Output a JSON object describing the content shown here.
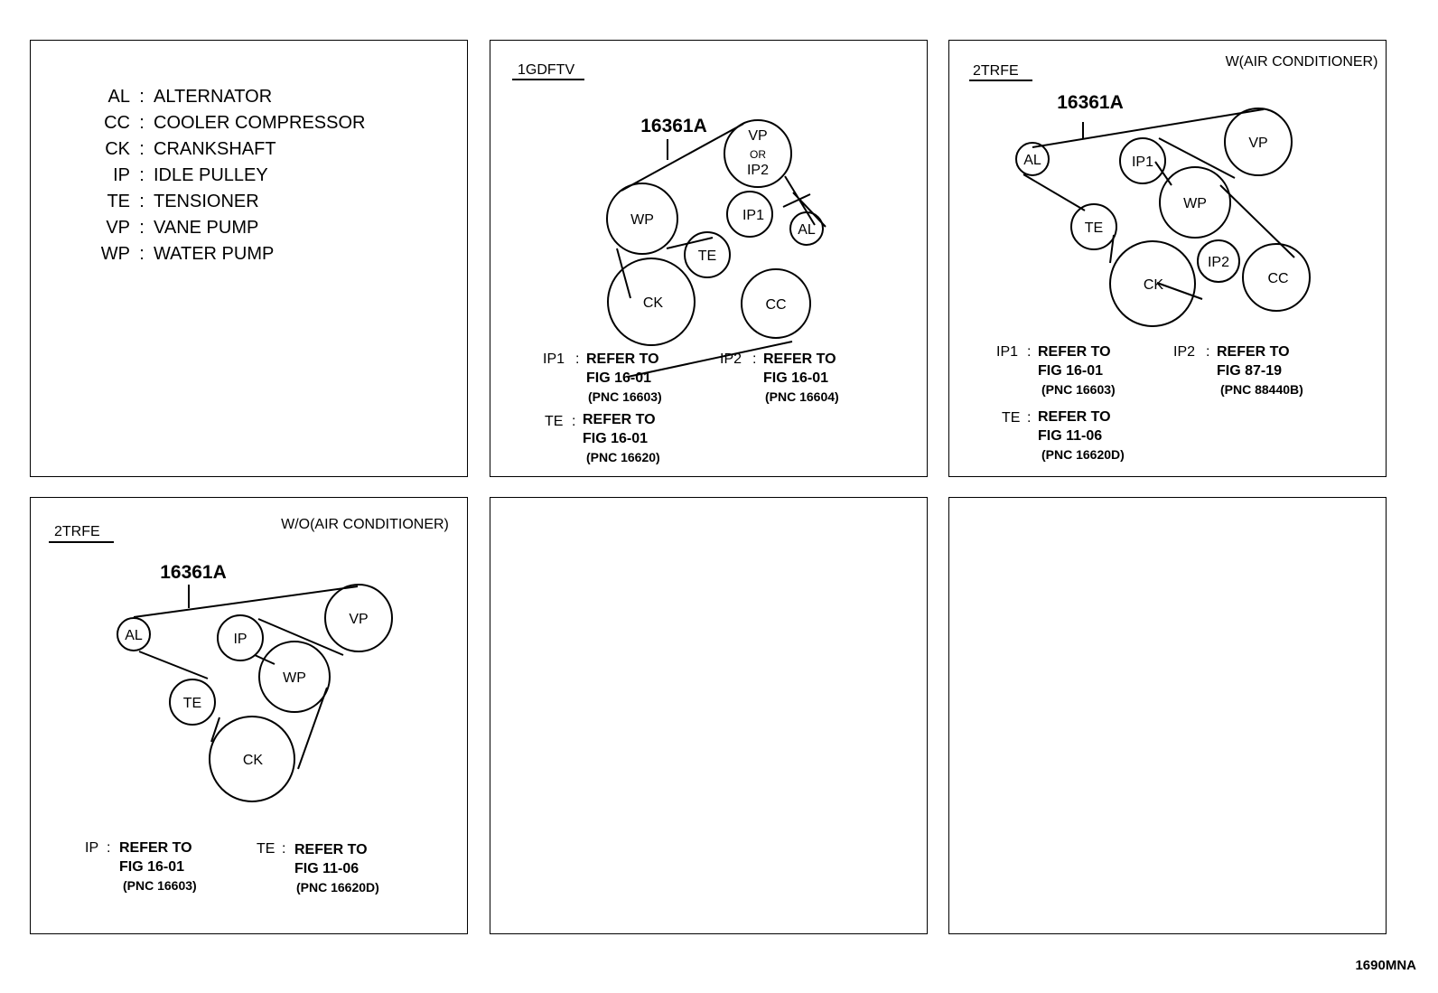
{
  "legend": {
    "items": [
      {
        "code": "AL",
        "name": "ALTERNATOR"
      },
      {
        "code": "CC",
        "name": "COOLER COMPRESSOR"
      },
      {
        "code": "CK",
        "name": "CRANKSHAFT"
      },
      {
        "code": "IP",
        "name": "IDLE PULLEY"
      },
      {
        "code": "TE",
        "name": "TENSIONER"
      },
      {
        "code": "VP",
        "name": "VANE PUMP"
      },
      {
        "code": "WP",
        "name": "WATER PUMP"
      }
    ]
  },
  "panel_1gdftv": {
    "engine": "1GDFTV",
    "belt_part": "16361A",
    "pulleys": {
      "wp": "WP",
      "ck": "CK",
      "te": "TE",
      "vp_line1": "VP",
      "vp_or": "OR",
      "vp_line2": "IP2",
      "ip1": "IP1",
      "al": "AL",
      "cc": "CC"
    },
    "refs": [
      {
        "code": "IP1",
        "line1": "REFER TO",
        "line2": "FIG 16-01",
        "line3": "(PNC 16603)"
      },
      {
        "code": "IP2",
        "line1": "REFER TO",
        "line2": "FIG 16-01",
        "line3": "(PNC 16604)"
      },
      {
        "code": "TE",
        "line1": "REFER TO",
        "line2": "FIG 16-01",
        "line3": "(PNC 16620)"
      }
    ]
  },
  "panel_2trfe_ac": {
    "engine": "2TRFE",
    "condition": "W(AIR CONDITIONER)",
    "belt_part": "16361A",
    "pulleys": {
      "al": "AL",
      "ip1": "IP1",
      "vp": "VP",
      "wp": "WP",
      "te": "TE",
      "ck": "CK",
      "ip2": "IP2",
      "cc": "CC"
    },
    "refs": [
      {
        "code": "IP1",
        "line1": "REFER TO",
        "line2": "FIG 16-01",
        "line3": "(PNC 16603)"
      },
      {
        "code": "IP2",
        "line1": "REFER TO",
        "line2": "FIG 87-19",
        "line3": "(PNC 88440B)"
      },
      {
        "code": "TE",
        "line1": "REFER TO",
        "line2": "FIG 11-06",
        "line3": "(PNC 16620D)"
      }
    ]
  },
  "panel_2trfe_noac": {
    "engine": "2TRFE",
    "condition": "W/O(AIR CONDITIONER)",
    "belt_part": "16361A",
    "pulleys": {
      "al": "AL",
      "ip": "IP",
      "vp": "VP",
      "wp": "WP",
      "te": "TE",
      "ck": "CK"
    },
    "refs": [
      {
        "code": "IP",
        "line1": "REFER TO",
        "line2": "FIG 16-01",
        "line3": "(PNC 16603)"
      },
      {
        "code": "TE",
        "line1": "REFER TO",
        "line2": "FIG 11-06",
        "line3": "(PNC 16620D)"
      }
    ]
  },
  "footer_code": "1690MNA"
}
